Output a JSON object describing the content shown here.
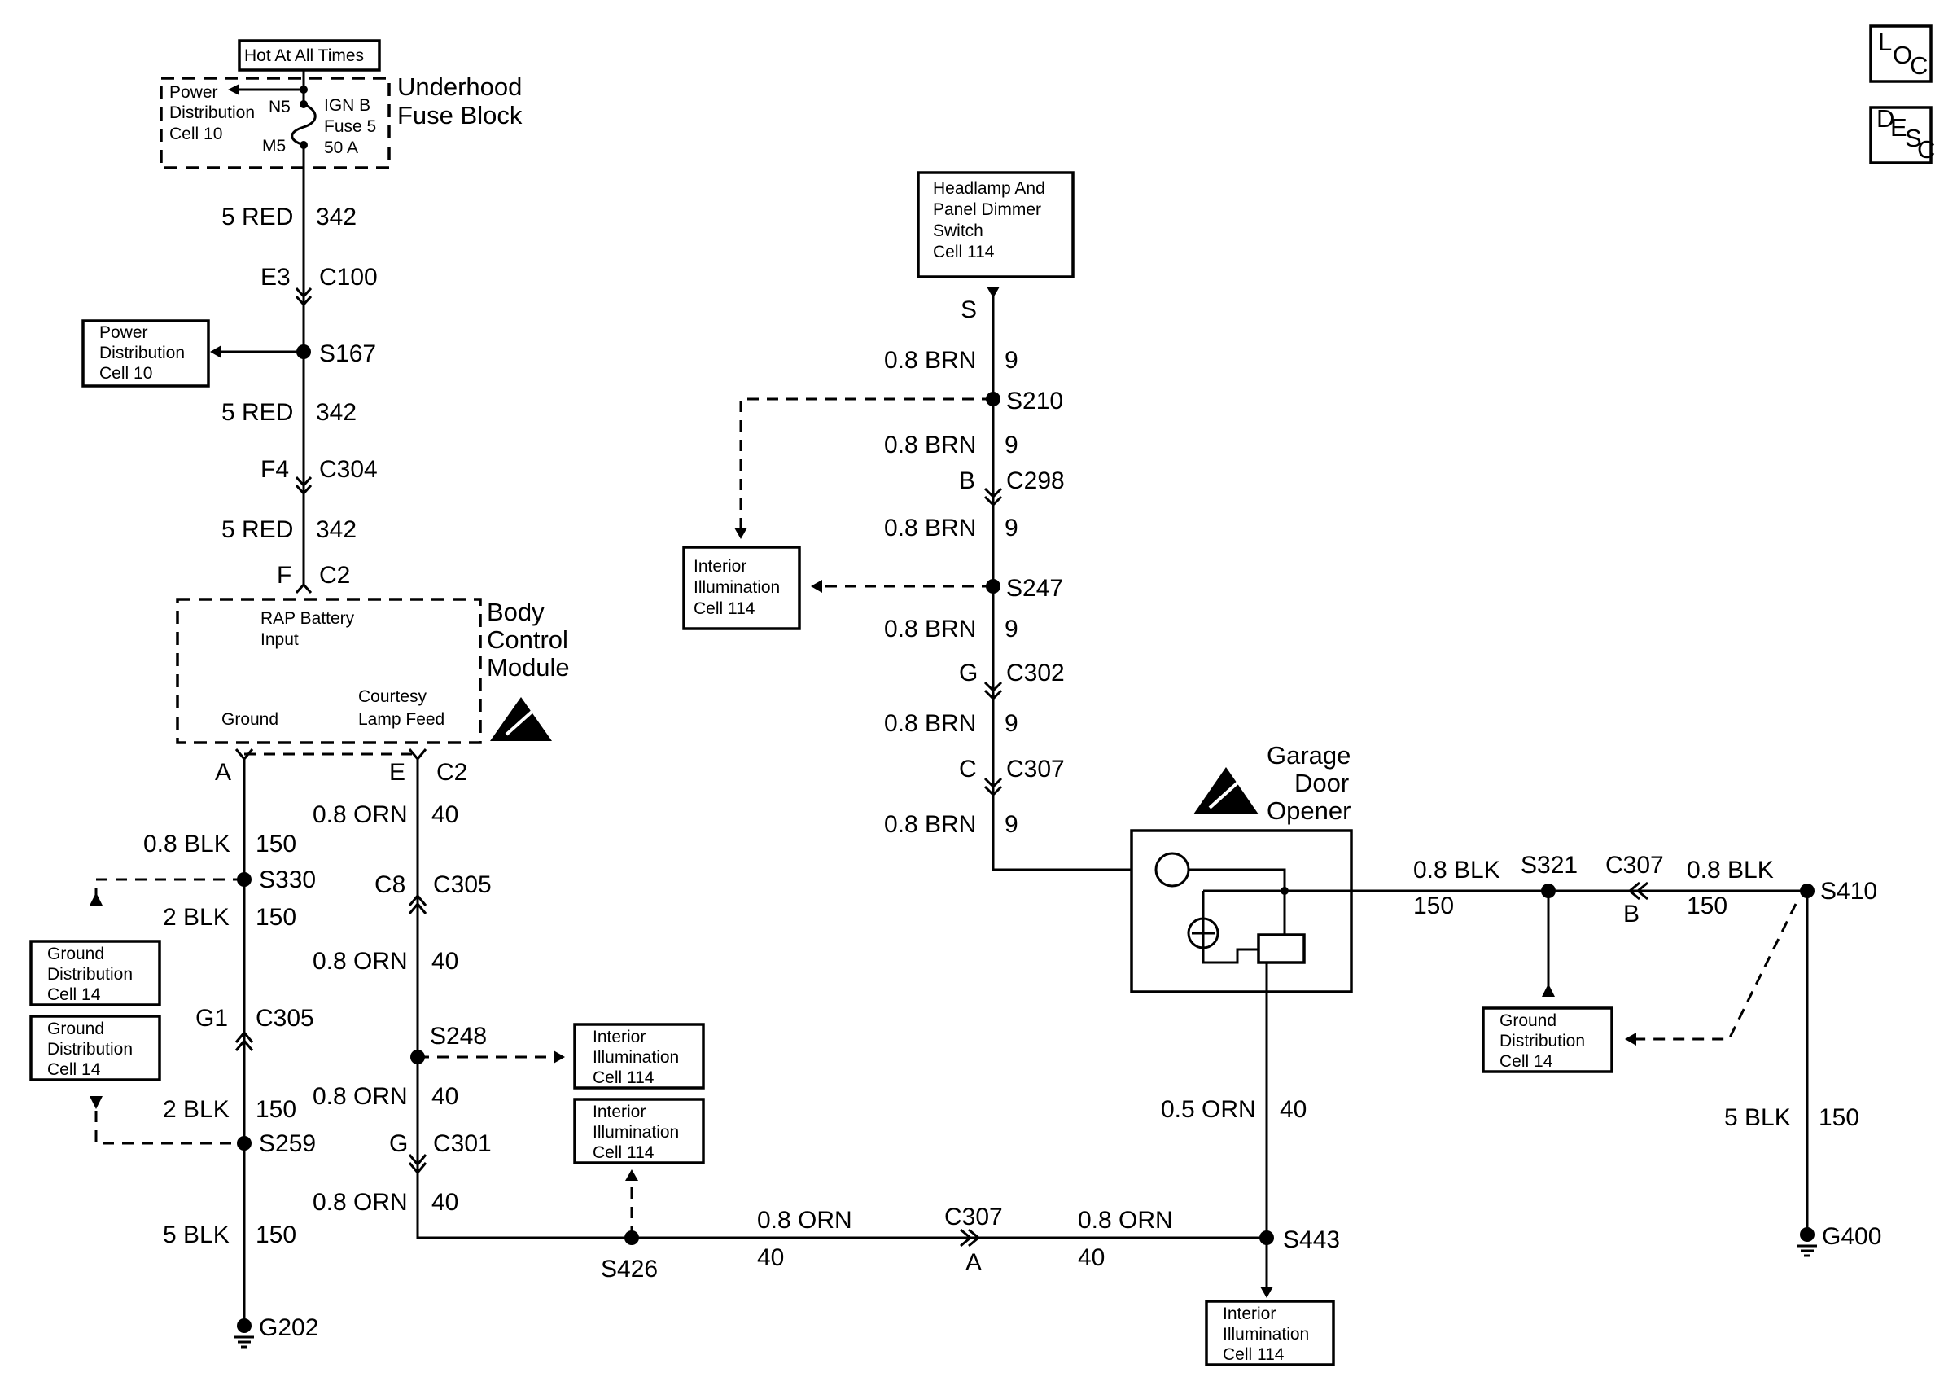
{
  "title_labels": {
    "hot_at_all_times": "Hot At All Times",
    "underhood_fuse_block": [
      "Underhood",
      "Fuse Block"
    ],
    "body_control_module": [
      "Body",
      "Control",
      "Module"
    ],
    "garage_door_opener": [
      "Garage",
      "Door",
      "Opener"
    ]
  },
  "fuse_block": {
    "power_dist": [
      "Power",
      "Distribution",
      "Cell 10"
    ],
    "pin_top": "N5",
    "pin_bottom": "M5",
    "fuse": [
      "IGN B",
      "Fuse 5",
      "50 A"
    ]
  },
  "boxes": {
    "power_dist_s167": [
      "Power",
      "Distribution",
      "Cell 10"
    ],
    "headlamp_switch": [
      "Headlamp And",
      "Panel Dimmer",
      "Switch",
      "Cell 114"
    ],
    "interior_s247": [
      "Interior",
      "Illumination",
      "Cell 114"
    ],
    "ground_s330": [
      "Ground",
      "Distribution",
      "Cell 14"
    ],
    "ground_s259": [
      "Ground",
      "Distribution",
      "Cell 14"
    ],
    "interior_s248": [
      "Interior",
      "Illumination",
      "Cell 114"
    ],
    "interior_s426": [
      "Interior",
      "Illumination",
      "Cell 114"
    ],
    "interior_s443": [
      "Interior",
      "Illumination",
      "Cell 114"
    ],
    "ground_s321": [
      "Ground",
      "Distribution",
      "Cell 14"
    ]
  },
  "bcm": {
    "rap_input": [
      "RAP Battery",
      "Input"
    ],
    "ground": "Ground",
    "courtesy": [
      "Courtesy",
      "Lamp Feed"
    ]
  },
  "wire_labels": {
    "w1_gauge": "5 RED",
    "w1_circuit": "342",
    "e3": "E3",
    "c100": "C100",
    "s167": "S167",
    "w2_gauge": "5 RED",
    "w2_circuit": "342",
    "f4": "F4",
    "c304": "C304",
    "w3_gauge": "5 RED",
    "w3_circuit": "342",
    "f": "F",
    "c2_top": "C2",
    "a": "A",
    "e": "E",
    "c2_bottom": "C2",
    "l1_gauge": "0.8 BLK",
    "l1_circuit": "150",
    "s330": "S330",
    "l2_gauge": "2 BLK",
    "l2_circuit": "150",
    "g1": "G1",
    "c305_left": "C305",
    "l3_gauge": "2 BLK",
    "l3_circuit": "150",
    "s259": "S259",
    "l4_gauge": "5 BLK",
    "l4_circuit": "150",
    "g202": "G202",
    "m1_gauge": "0.8 ORN",
    "m1_circuit": "40",
    "c8": "C8",
    "c305_mid": "C305",
    "m2_gauge": "0.8 ORN",
    "m2_circuit": "40",
    "s248": "S248",
    "m3_gauge": "0.8 ORN",
    "m3_circuit": "40",
    "g": "G",
    "c301": "C301",
    "m4_gauge": "0.8 ORN",
    "m4_circuit": "40",
    "s426": "S426",
    "h1_gauge": "0.8 ORN",
    "h1_circuit": "40",
    "c307_bottom": "C307",
    "a_bottom": "A",
    "h2_gauge": "0.8 ORN",
    "h2_circuit": "40",
    "s443": "S443",
    "s": "S",
    "r1_gauge": "0.8 BRN",
    "r1_circuit": "9",
    "s210": "S210",
    "r2_gauge": "0.8 BRN",
    "r2_circuit": "9",
    "b": "B",
    "c298": "C298",
    "r3_gauge": "0.8 BRN",
    "r3_circuit": "9",
    "s247": "S247",
    "r4_gauge": "0.8 BRN",
    "r4_circuit": "9",
    "g_r": "G",
    "c302": "C302",
    "r5_gauge": "0.8 BRN",
    "r5_circuit": "9",
    "c": "C",
    "c307_mid": "C307",
    "r6_gauge": "0.8 BRN",
    "r6_circuit": "9",
    "gdo_out_gauge": "0.5 ORN",
    "gdo_out_circuit": "40",
    "gr1_gauge": "0.8 BLK",
    "gr1_circuit": "150",
    "s321": "S321",
    "c307_right": "C307",
    "b_right": "B",
    "gr2_gauge": "0.8 BLK",
    "gr2_circuit": "150",
    "s410": "S410",
    "gr3_gauge": "5 BLK",
    "gr3_circuit": "150",
    "g400": "G400"
  },
  "corner_icons": {
    "loc": [
      "L",
      "O",
      "C"
    ],
    "desc": [
      "D",
      "E",
      "S",
      "C"
    ]
  }
}
